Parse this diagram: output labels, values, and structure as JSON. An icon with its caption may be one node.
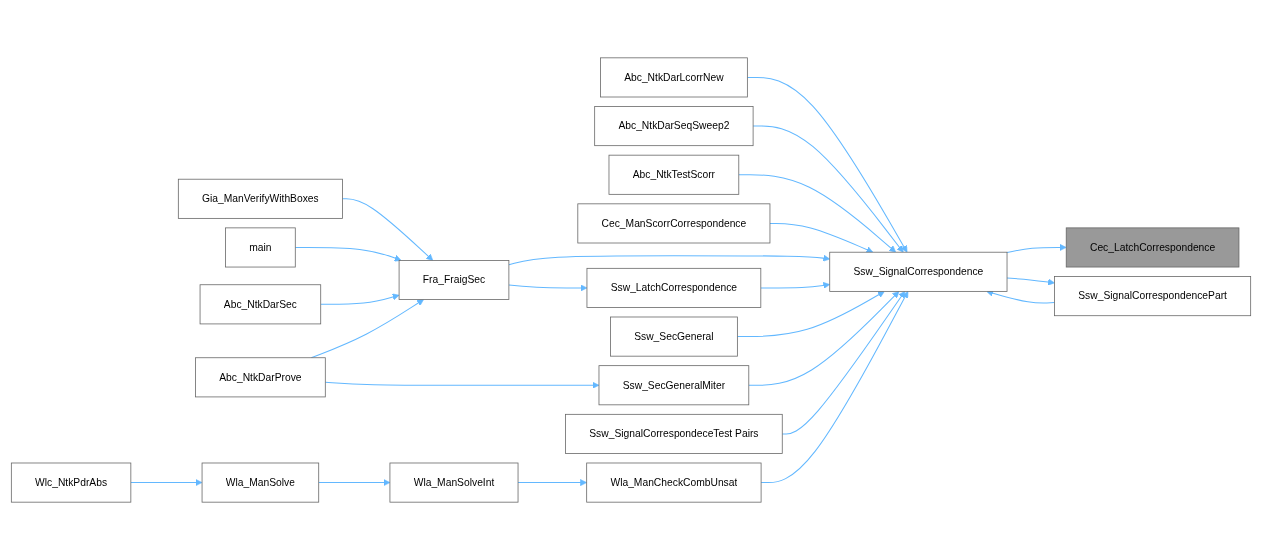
{
  "diagram": {
    "nodes": [
      {
        "text": [
          "Gia_ManVerifyWithBoxes"
        ]
      },
      {
        "text": [
          "main"
        ]
      },
      {
        "text": [
          "Abc_NtkDarSec"
        ]
      },
      {
        "text": [
          "Abc_NtkDarProve"
        ]
      },
      {
        "text": [
          "Wlc_NtkPdrAbs"
        ]
      },
      {
        "text": [
          "Fra_FraigSec"
        ]
      },
      {
        "text": [
          "Ssw_SecGeneralMiter"
        ]
      },
      {
        "text": [
          "Wla_ManSolve"
        ]
      },
      {
        "text": [
          "Wla_ManSolveInt"
        ]
      },
      {
        "text": [
          "Abc_NtkDarLcorrNew"
        ]
      },
      {
        "text": [
          "Abc_NtkDarSeqSweep2"
        ]
      },
      {
        "text": [
          "Abc_NtkTestScorr"
        ]
      },
      {
        "text": [
          "Cec_ManScorrCorrespondence"
        ]
      },
      {
        "text": [
          "Ssw_LatchCorrespondence"
        ]
      },
      {
        "text": [
          "Ssw_SecGeneral"
        ]
      },
      {
        "text": [
          "Ssw_SignalCorrespondeceTest Pairs"
        ]
      },
      {
        "text": [
          "Ssw_SignalCorrespondencePart"
        ]
      },
      {
        "text": [
          "Wla_ManCheckCombUnsat"
        ]
      },
      {
        "text": [
          "Ssw_SignalCorrespondence"
        ]
      },
      {
        "text": [
          "Cec_LatchCorrespondence"
        ]
      }
    ],
    "edges": [
      {
        "from": 18,
        "to": 19,
        "arrow": "to"
      },
      {
        "from": 9,
        "to": 18,
        "arrow": "to"
      },
      {
        "from": 10,
        "to": 18,
        "arrow": "to"
      },
      {
        "from": 11,
        "to": 18,
        "arrow": "to"
      },
      {
        "from": 12,
        "to": 18,
        "arrow": "to"
      },
      {
        "from": 5,
        "to": 18,
        "arrow": "to"
      },
      {
        "from": 13,
        "to": 18,
        "arrow": "to"
      },
      {
        "from": 14,
        "to": 18,
        "arrow": "to"
      },
      {
        "from": 6,
        "to": 18,
        "arrow": "to"
      },
      {
        "from": 15,
        "to": 18,
        "arrow": "to"
      },
      {
        "from": 16,
        "to": 18,
        "arrow": "to"
      },
      {
        "from": 18,
        "to": 16,
        "arrow": "to"
      },
      {
        "from": 17,
        "to": 18,
        "arrow": "to"
      },
      {
        "from": 0,
        "to": 5,
        "arrow": "to"
      },
      {
        "from": 1,
        "to": 5,
        "arrow": "to"
      },
      {
        "from": 2,
        "to": 5,
        "arrow": "to"
      },
      {
        "from": 3,
        "to": 5,
        "arrow": "to"
      },
      {
        "from": 5,
        "to": 13,
        "arrow": "to"
      },
      {
        "from": 3,
        "to": 6,
        "arrow": "to"
      },
      {
        "from": 4,
        "to": 7,
        "arrow": "to"
      },
      {
        "from": 7,
        "to": 8,
        "arrow": "to"
      },
      {
        "from": 8,
        "to": 17,
        "arrow": "to"
      }
    ]
  }
}
